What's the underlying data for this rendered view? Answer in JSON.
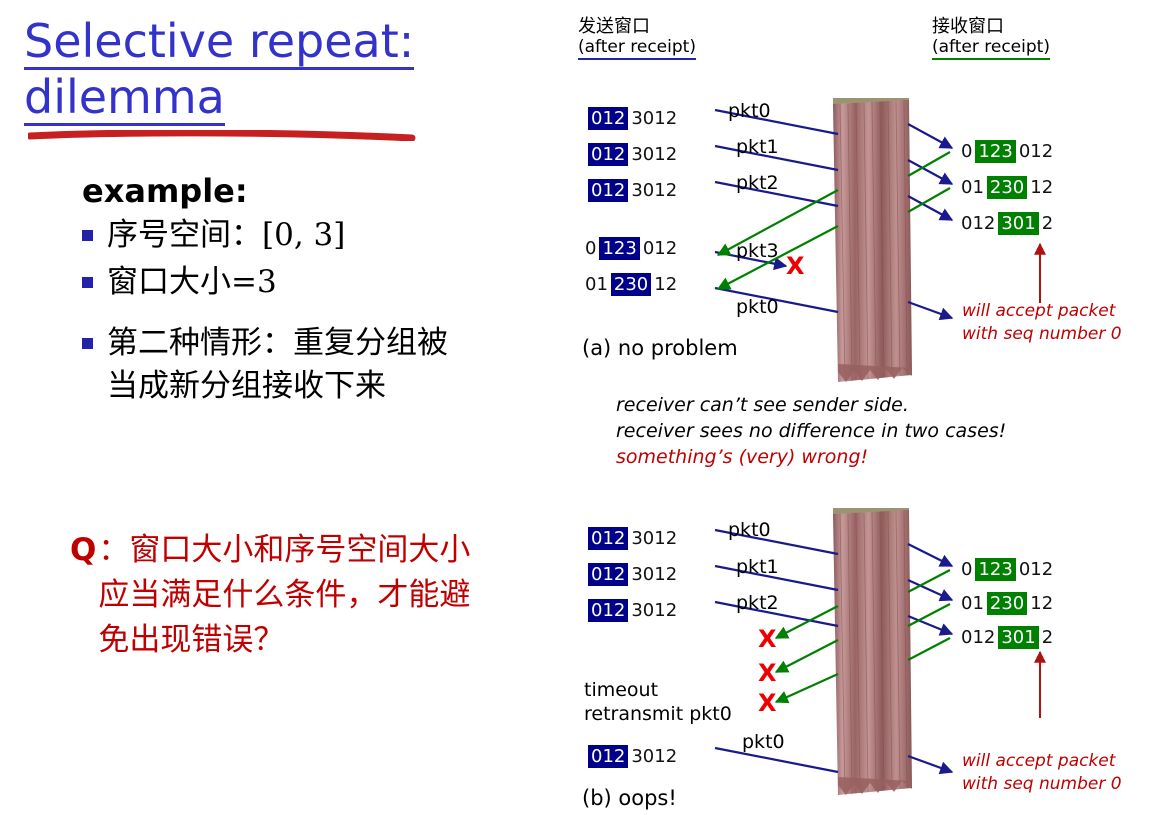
{
  "title": {
    "line1": "Selective repeat:",
    "line2": "dilemma"
  },
  "left": {
    "example_heading": "example:",
    "bullets": [
      "序号空间：[0, 3]",
      "窗口大小=3",
      "第二种情形：重复分组被当成新分组接收下来"
    ],
    "question_mark": "Q",
    "question_text": "：窗口大小和序号空间大小应当满足什么条件，才能避免出现错误？"
  },
  "diagram": {
    "sender_header_cn": "发送窗口",
    "sender_header_en": "(after receipt)",
    "receiver_header_cn": "接收窗口",
    "receiver_header_en": "(after receipt)",
    "colors": {
      "sender_highlight": "#00008b",
      "receiver_highlight": "#008000",
      "packet_arrow": "#1a1a8c",
      "ack_arrow": "#008000",
      "loss_mark": "#ee0000",
      "curtain": "#a87070",
      "title_blue": "#3333cc",
      "accent_red": "#c00000"
    },
    "loss_symbol": "X",
    "case_a": {
      "caption": "(a) no problem",
      "sender_rows": [
        {
          "pre": "",
          "hl": "012",
          "post": "3012"
        },
        {
          "pre": "",
          "hl": "012",
          "post": "3012"
        },
        {
          "pre": "",
          "hl": "012",
          "post": "3012"
        },
        {
          "pre": "0",
          "hl": "123",
          "post": "012"
        },
        {
          "pre": "01",
          "hl": "230",
          "post": "12"
        }
      ],
      "packet_labels": [
        "pkt0",
        "pkt1",
        "pkt2",
        "pkt3",
        "pkt0"
      ],
      "receiver_rows": [
        {
          "pre": "0",
          "hl": "123",
          "post": "012"
        },
        {
          "pre": "01",
          "hl": "230",
          "post": "12"
        },
        {
          "pre": "012",
          "hl": "301",
          "post": "2"
        }
      ],
      "accept_note_line1": "will accept packet",
      "accept_note_line2": "with seq number 0"
    },
    "middle_notes": [
      {
        "text": "receiver can’t see sender side.",
        "color": "black"
      },
      {
        "text": "receiver sees no difference in two cases!",
        "color": "black"
      },
      {
        "text": "something’s (very) wrong!",
        "color": "red"
      }
    ],
    "case_b": {
      "caption": "(b) oops!",
      "sender_rows": [
        {
          "pre": "",
          "hl": "012",
          "post": "3012"
        },
        {
          "pre": "",
          "hl": "012",
          "post": "3012"
        },
        {
          "pre": "",
          "hl": "012",
          "post": "3012"
        },
        {
          "pre": "",
          "hl": "012",
          "post": "3012"
        }
      ],
      "packet_labels": [
        "pkt0",
        "pkt1",
        "pkt2",
        "pkt0"
      ],
      "timeout_line1": "timeout",
      "timeout_line2": "retransmit pkt0",
      "receiver_rows": [
        {
          "pre": "0",
          "hl": "123",
          "post": "012"
        },
        {
          "pre": "01",
          "hl": "230",
          "post": "12"
        },
        {
          "pre": "012",
          "hl": "301",
          "post": "2"
        }
      ],
      "accept_note_line1": "will accept packet",
      "accept_note_line2": "with seq number 0"
    }
  }
}
